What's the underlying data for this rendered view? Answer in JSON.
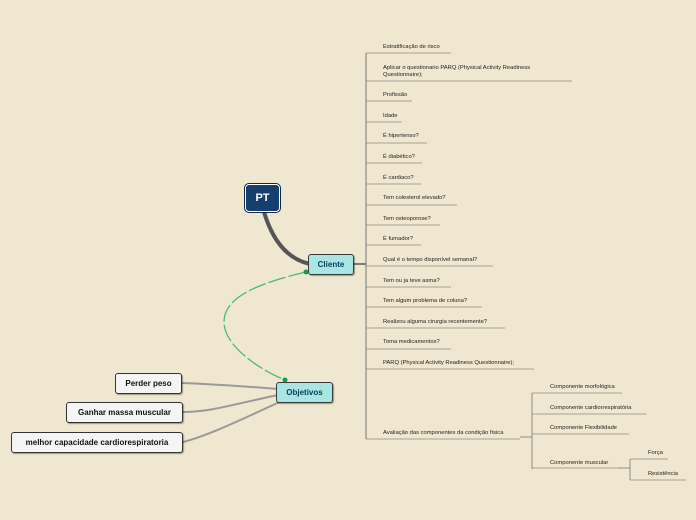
{
  "root": {
    "label": "PT"
  },
  "cliente": {
    "label": "Cliente",
    "items": [
      "Estratificação de risco",
      "Aplicar o questionario PARQ (Physical Activity Readiness Questionnaire);",
      "Profissão",
      "Idade",
      "É hipertenso?",
      "É diabético?",
      "É cardiaco?",
      "Tem colesterol elevado?",
      "Tem osteoporose?",
      "É fumador?",
      "Qual é o tempo disponível semanal?",
      "Tem ou ja teve asma?",
      "Tem algum problema de coluna?",
      "Realizou alguma cirurgia recentemente?",
      "Toma medicamentos?",
      "PARQ (Physical Activity Readiness Questionnaire);",
      "Avaliação das componentes da condição física"
    ],
    "avaliacao": {
      "items": [
        "Componente morfológica",
        "Componente cardiorrespiratória",
        "Componente Flexibilidade",
        "Componente muscular"
      ],
      "muscular": [
        "Força",
        "Resistência"
      ]
    }
  },
  "objetivos": {
    "label": "Objetivos",
    "items": [
      "Perder peso",
      "Ganhar massa muscular",
      "melhor capacidade cardiorespiratoria"
    ]
  },
  "colors": {
    "background": "#f0e7d0",
    "root": "#163f6e",
    "main_topic": "#a8e6e4",
    "relationship": "#4cbb74",
    "branch": "#555555"
  }
}
